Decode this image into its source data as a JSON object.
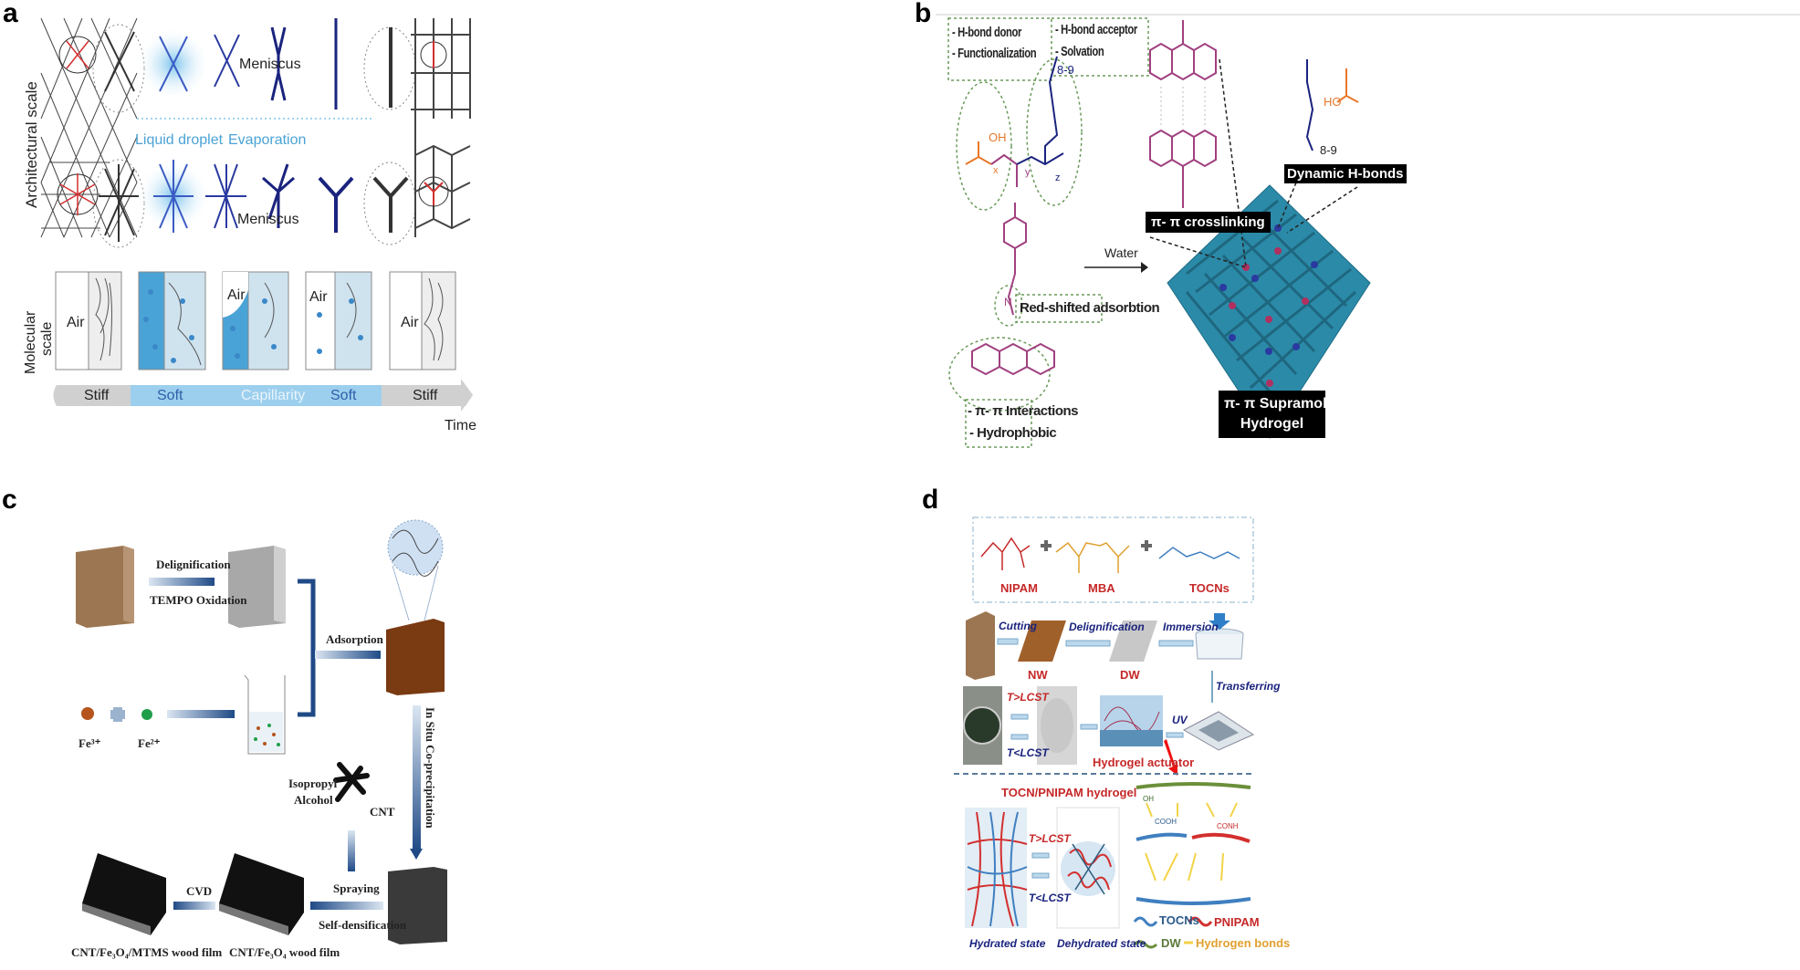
{
  "panel_a": {
    "label": "a",
    "architectural_scale": "Architectural scale",
    "molecular_scale_line1": "Molecular",
    "molecular_scale_line2": "scale",
    "meniscus_top": "Meniscus",
    "meniscus_bottom": "Meniscus",
    "liquid_droplet": "Liquid droplet",
    "evaporation": "Evaporation",
    "air_labels": [
      "Air",
      "Air",
      "Air",
      "Air"
    ],
    "timeline": [
      "Stiff",
      "Soft",
      "Capillarity",
      "Soft",
      "Stiff"
    ],
    "time": "Time"
  },
  "panel_b": {
    "label": "b",
    "hbond_donor": "- H-bond donor",
    "functionalization": "- Functionalization",
    "hbond_acceptor": "- H-bond acceptor",
    "solvation": "- Solvation",
    "repeat_8_9": "8-9",
    "repeat_8_9_right": "8-9",
    "oh": "OH",
    "ho": "HO",
    "subscripts": [
      "x",
      "y",
      "z"
    ],
    "nitrogen": "N",
    "red_shifted": "Red-shifted adsorbtion",
    "pi_interactions": "- π- π Interactions",
    "hydrophobic": "- Hydrophobic",
    "water": "Water",
    "pi_crosslinking": "π- π crosslinking",
    "dynamic_hbonds": "Dynamic H-bonds",
    "hydrogel_line1": "π- π  Supramolecular",
    "hydrogel_line2": "Hydrogel"
  },
  "panel_c": {
    "label": "c",
    "delignification": "Delignification",
    "tempo": "TEMPO Oxidation",
    "adsorption": "Adsorption",
    "fe3": "Fe³⁺",
    "fe2": "Fe²⁺",
    "in_situ": "In Situ Co-precipitation",
    "isopropyl": "Isopropyl",
    "alcohol": "Alcohol",
    "cnt": "CNT",
    "spraying": "Spraying",
    "self_densification": "Self-densification",
    "cvd": "CVD",
    "film_final": "CNT/Fe₃O₄/MTMS wood film",
    "film_mid": "CNT/Fe₃O₄ wood film"
  },
  "panel_d": {
    "label": "d",
    "nipam": "NIPAM",
    "mba": "MBA",
    "tocns": "TOCNs",
    "cutting": "Cutting",
    "delignification": "Delignification",
    "immersion": "Immersion",
    "nw": "NW",
    "dw": "DW",
    "transferring": "Transferring",
    "t_gt_lcst": "T>LCST",
    "t_lt_lcst": "T<LCST",
    "uv": "UV",
    "hydrogel_actuator": "Hydrogel actuator",
    "tocn_pnipam": "TOCN/PNIPAM hydrogel",
    "t_gt_lcst_2": "T>LCST",
    "t_lt_lcst_2": "T<LCST",
    "hydrated": "Hydrated state",
    "dehydrated": "Dehydrated state",
    "legend": {
      "tocns": "TOCNs",
      "pnipam": "PNIPAM",
      "dw": "DW",
      "hbonds": "Hydrogen bonds"
    },
    "chem": {
      "oh": "OH",
      "cooh": "COOH",
      "conh": "CONH"
    }
  },
  "colors": {
    "capillary_blue": "#4aa3d6",
    "navy": "#1a237e",
    "hydrogel_teal": "#2b8aa8",
    "anthracene": "#a0407f",
    "acid_orange": "#e8782a",
    "wood_brown": "#9c7652",
    "pnipam_red": "#d32f2f",
    "tocn_blue": "#3f7fc0",
    "dw_green": "#6b8f3a",
    "hbond_yellow": "#f2d348"
  }
}
